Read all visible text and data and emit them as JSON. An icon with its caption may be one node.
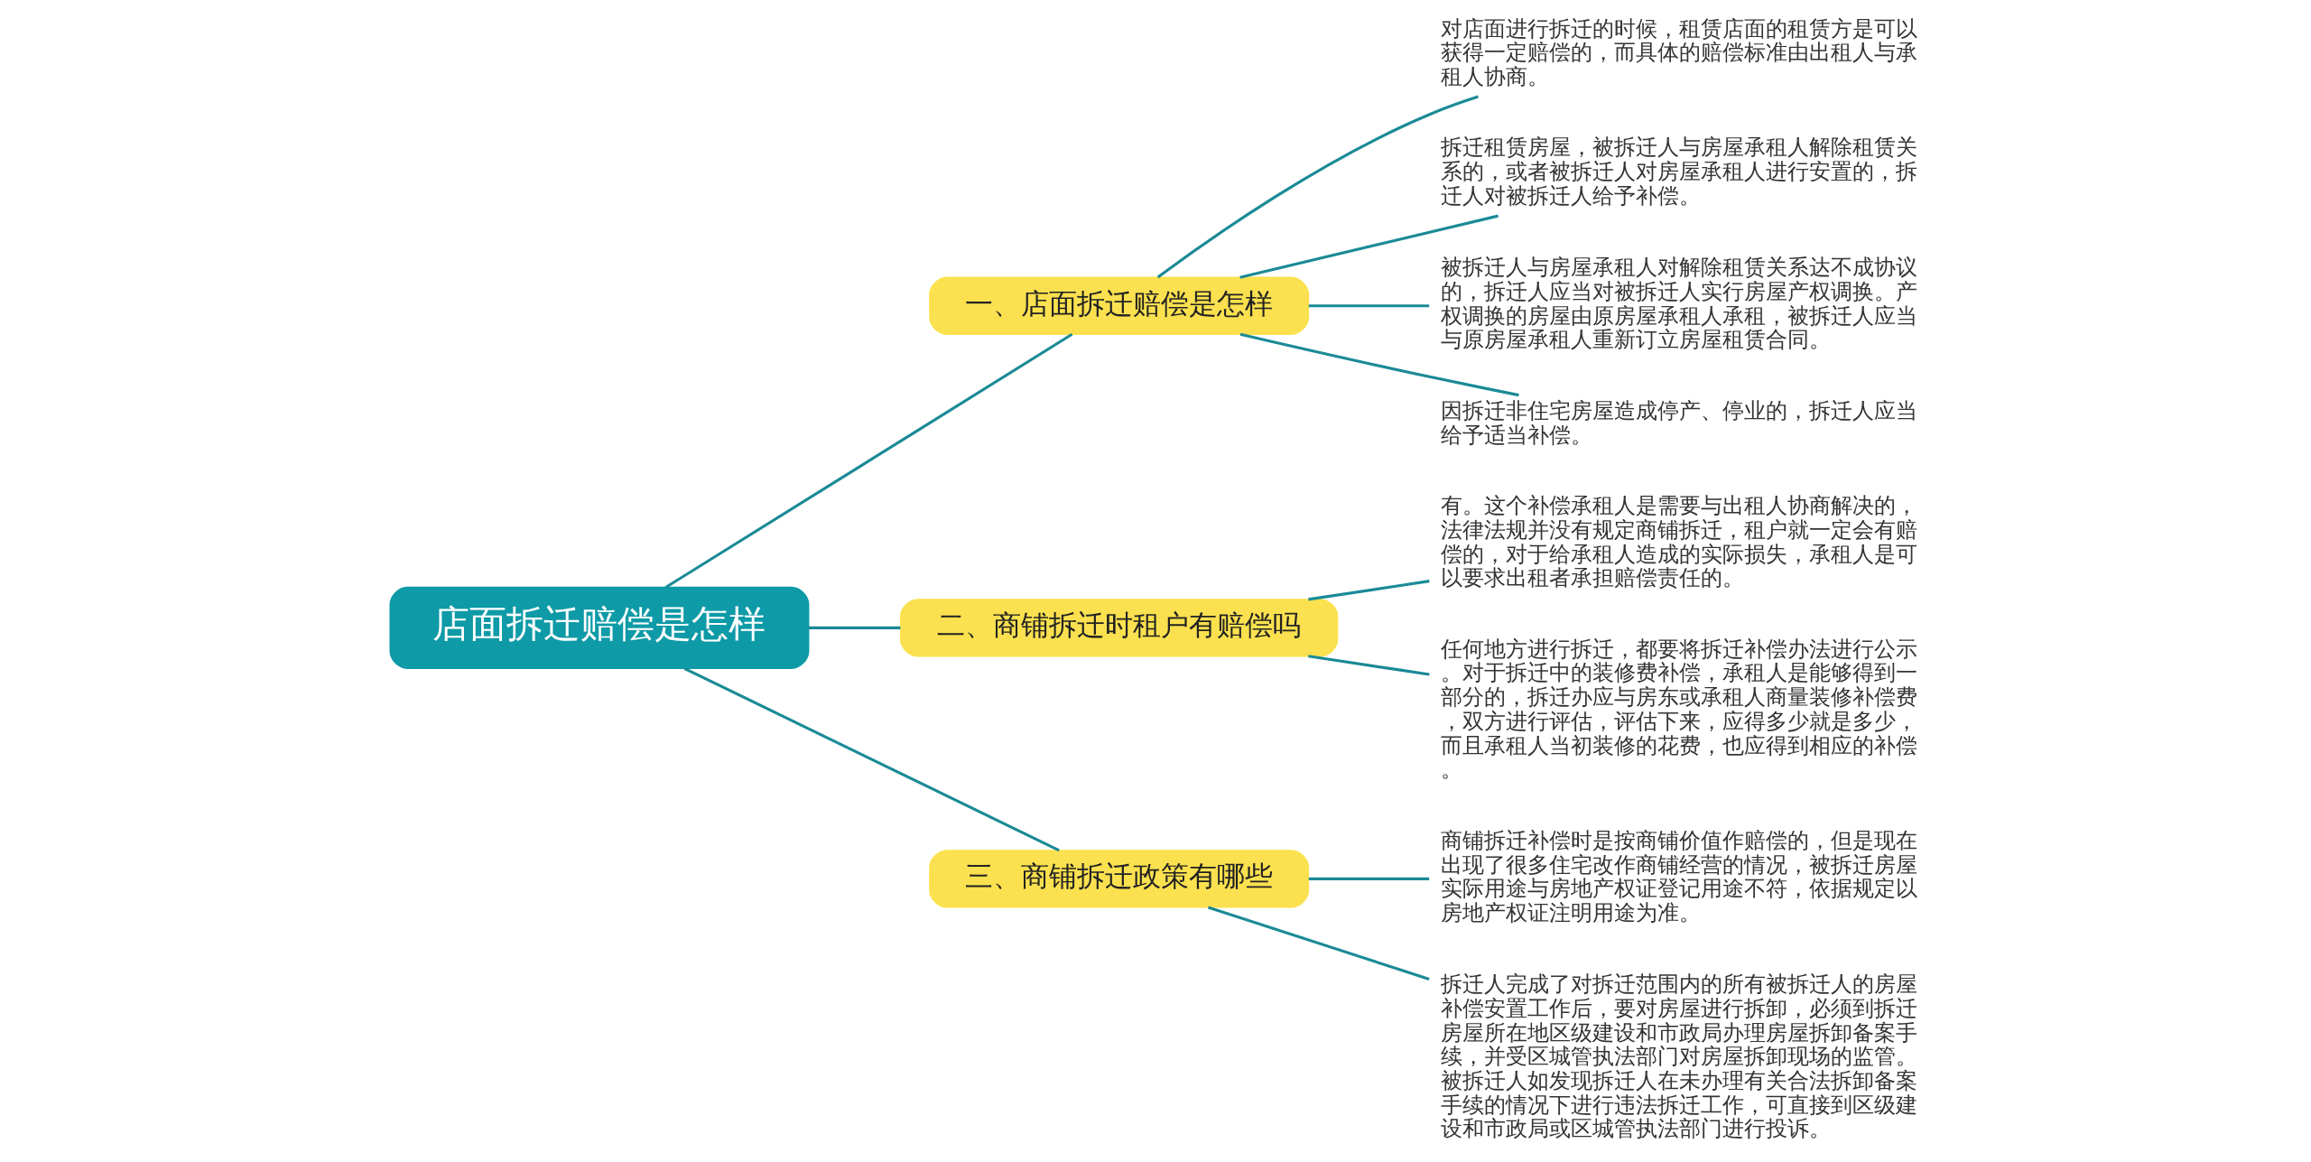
{
  "diagram": {
    "nodes": [
      {
        "text": [
          "店面拆迁赔偿是怎样"
        ]
      },
      {
        "text": [
          "一、店面拆迁赔偿是怎样"
        ]
      },
      {
        "text": [
          "对店面进行拆迁的时候，租赁店面的租赁方是可以获得一定赔偿的，而具体的赔偿标准由出租人与承租人协商。"
        ]
      },
      {
        "text": [
          "拆迁租赁房屋，被拆迁人与房屋承租人解除租赁关系的，或者被拆迁人对房屋承租人进行安置的，拆迁人对被拆迁人给予补偿。"
        ]
      },
      {
        "text": [
          "被拆迁人与房屋承租人对解除租赁关系达不成协议的，拆迁人应当对被拆迁人实行房屋产权调换。产权调换的房屋由原房屋承租人承租，被拆迁人应当与原房屋承租人重新订立房屋租赁合同。"
        ]
      },
      {
        "text": [
          "因拆迁非住宅房屋造成停产、停业的，拆迁人应当给予适当补偿。"
        ]
      },
      {
        "text": [
          "二、商铺拆迁时租户有赔偿吗"
        ]
      },
      {
        "text": [
          "有。这个补偿承租人是需要与出租人协商解决的，法律法规并没有规定商铺拆迁，租户就一定会有赔偿的，对于给承租人造成的实际损失，承租人是可以要求出租者承担赔偿责任的。"
        ]
      },
      {
        "text": [
          "任何地方进行拆迁，都要将拆迁补偿办法进行公示。对于拆迁中的装修费补偿，承租人是能够得到一部分的，拆迁办应与房东或承租人商量装修补偿费，双方进行评估，评估下来，应得多少就是多少，而且承租人当初装修的花费，也应得到相应的补偿。"
        ]
      },
      {
        "text": [
          "三、商铺拆迁政策有哪些"
        ]
      },
      {
        "text": [
          "商铺拆迁补偿时是按商铺价值作赔偿的，但是现在出现了很多住宅改作商铺经营的情况，被拆迁房屋实际用途与房地产权证登记用途不符，依据规定以房地产权证注明用途为准。"
        ]
      },
      {
        "text": [
          "拆迁人完成了对拆迁范围内的所有被拆迁人的房屋补偿安置工作后，要对房屋进行拆卸，必须到拆迁房屋所在地区级建设和市政局办理房屋拆卸备案手续，并受区城管执法部门对房屋拆卸现场的监管。被拆迁人如发现拆迁人在未办理有关合法拆卸备案手续的情况下进行违法拆迁工作，可直接到区级建设和市政局或区城管执法部门进行投诉。"
        ]
      }
    ],
    "edges": [
      {
        "from": 0,
        "to": 1,
        "arrow": "none"
      },
      {
        "from": 1,
        "to": 2,
        "arrow": "none"
      },
      {
        "from": 1,
        "to": 3,
        "arrow": "none"
      },
      {
        "from": 1,
        "to": 4,
        "arrow": "none"
      },
      {
        "from": 1,
        "to": 5,
        "arrow": "none"
      },
      {
        "from": 0,
        "to": 6,
        "arrow": "none"
      },
      {
        "from": 6,
        "to": 7,
        "arrow": "none"
      },
      {
        "from": 6,
        "to": 8,
        "arrow": "none"
      },
      {
        "from": 0,
        "to": 9,
        "arrow": "none"
      },
      {
        "from": 9,
        "to": 10,
        "arrow": "none"
      },
      {
        "from": 9,
        "to": 11,
        "arrow": "none"
      }
    ]
  }
}
